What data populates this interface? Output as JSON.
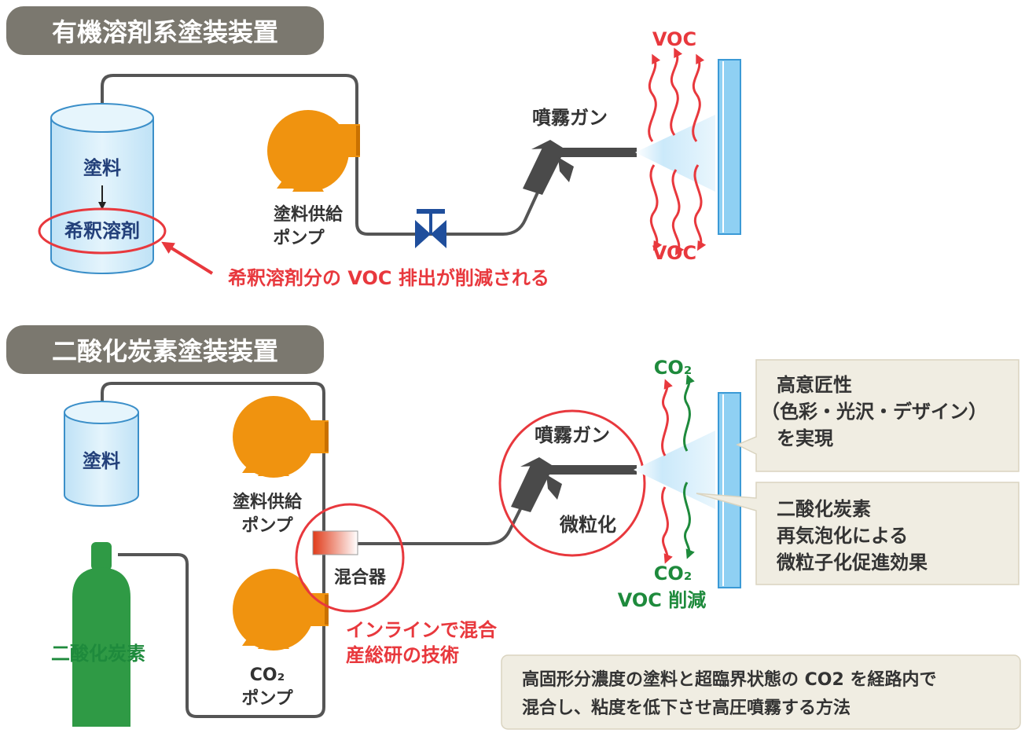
{
  "organic": {
    "title": "有機溶剤系塗装装置",
    "tank_top_label": "塗料",
    "tank_bottom_label": "希釈溶剤",
    "pump_label_line1": "塗料供給",
    "pump_label_line2": "ポンプ",
    "gun_label": "噴霧ガン",
    "emission_top": "VOC",
    "emission_bottom": "VOC",
    "callout": "希釈溶剤分の VOC 排出が削減される"
  },
  "co2": {
    "title": "二酸化炭素塗装装置",
    "tank_label": "塗料",
    "paint_pump_label_line1": "塗料供給",
    "paint_pump_label_line2": "ポンプ",
    "co2_pump_label_line1": "CO₂",
    "co2_pump_label_line2": "ポンプ",
    "cylinder_label": "二酸化炭素",
    "mixer_label": "混合器",
    "inline_line1": "インラインで混合",
    "inline_line2": "産総研の技術",
    "gun_label": "噴霧ガン",
    "atomize_label": "微粒化",
    "emission_top": "CO₂",
    "emission_bottom": "CO₂",
    "voc_reduction": "VOC 削減",
    "note_design_line1": "高意匠性",
    "note_design_line2": "（色彩・光沢・デザイン）",
    "note_design_line3": "を実現",
    "note_effect_line1": "二酸化炭素",
    "note_effect_line2": "再気泡化による",
    "note_effect_line3": "微粒子化促進効果",
    "summary_line1": "高固形分濃度の塗料と超臨界状態の CO2 を経路内で",
    "summary_line2": "混合し、粘度を低下させ高圧噴霧する方法"
  },
  "colors": {
    "title_bar": "#7b786f",
    "tank_fill": "#cfeaf8",
    "tank_stroke": "#3b8fc9",
    "pump": "#f0930f",
    "pipe": "#555555",
    "gun": "#4a4a4a",
    "voc_red": "#e8383d",
    "co2_green": "#1e8a3c",
    "label_navy": "#23407a",
    "cylinder_green": "#2f9a45",
    "wall": "#6ec0ee",
    "note_bg": "#f0ede2"
  }
}
